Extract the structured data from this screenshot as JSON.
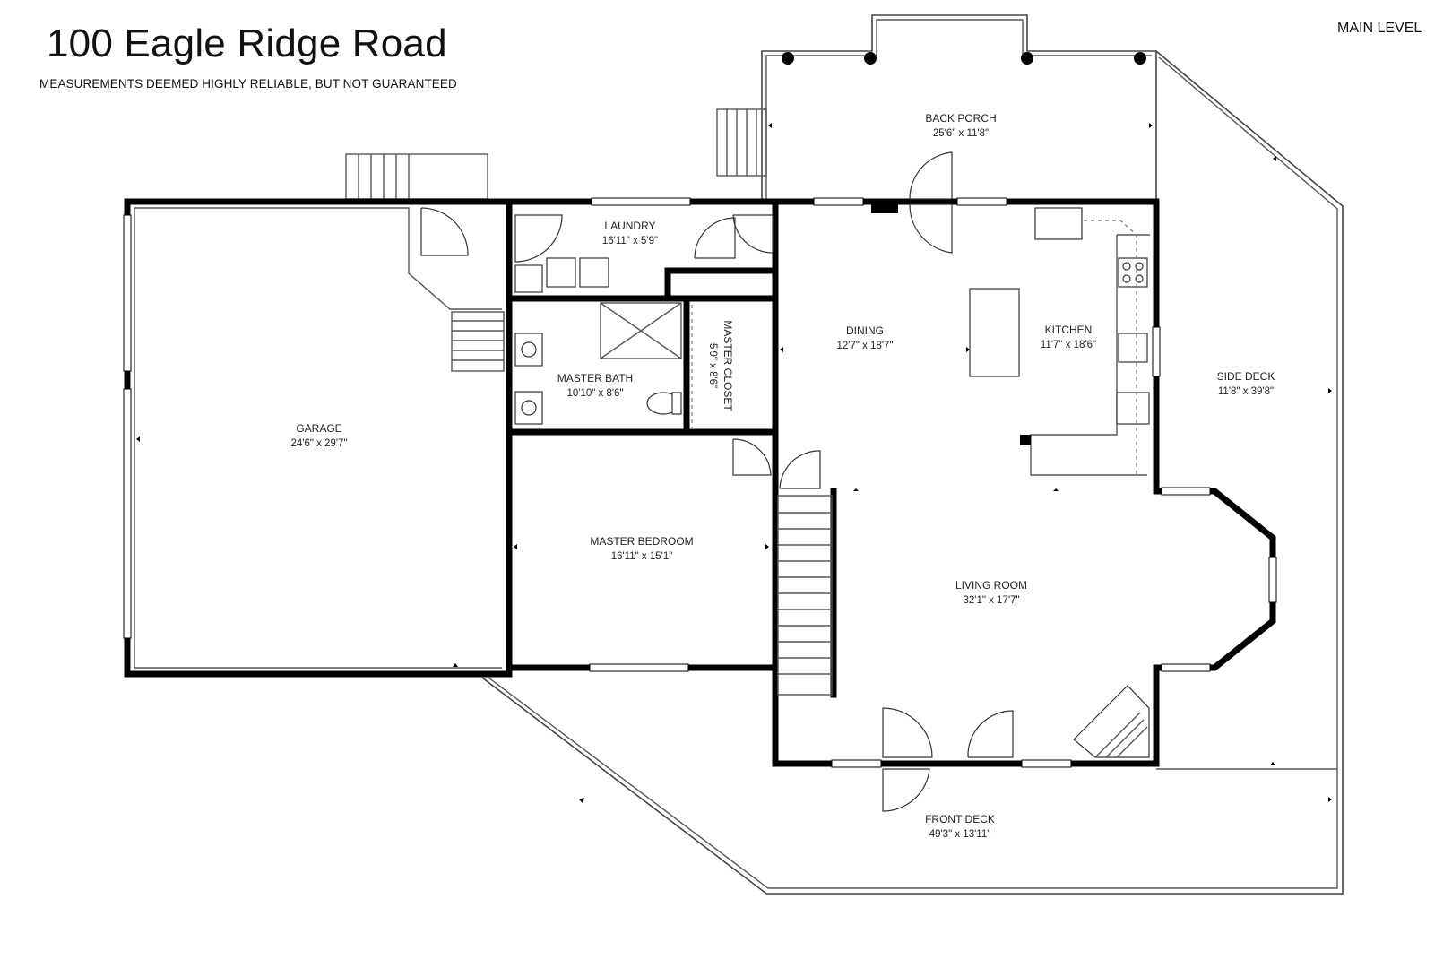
{
  "header": {
    "address": "100 Eagle Ridge Road",
    "disclaimer": "MEASUREMENTS DEEMED HIGHLY RELIABLE, BUT NOT GUARANTEED",
    "level": "MAIN LEVEL"
  },
  "rooms": {
    "back_porch": {
      "name": "BACK PORCH",
      "dims": "25'6\" x 11'8\""
    },
    "laundry": {
      "name": "LAUNDRY",
      "dims": "16'11\" x 5'9\""
    },
    "dining": {
      "name": "DINING",
      "dims": "12'7\" x 18'7\""
    },
    "kitchen": {
      "name": "KITCHEN",
      "dims": "11'7\" x 18'6\""
    },
    "side_deck": {
      "name": "SIDE DECK",
      "dims": "11'8\" x 39'8\""
    },
    "master_bath": {
      "name": "MASTER BATH",
      "dims": "10'10\" x 8'6\""
    },
    "master_closet": {
      "name": "MASTER CLOSET",
      "dims": "5'9\" x 8'6\""
    },
    "garage": {
      "name": "GARAGE",
      "dims": "24'6\" x 29'7\""
    },
    "master_bedroom": {
      "name": "MASTER BEDROOM",
      "dims": "16'11\" x 15'1\""
    },
    "living_room": {
      "name": "LIVING ROOM",
      "dims": "32'1\" x 17'7\""
    },
    "front_deck": {
      "name": "FRONT DECK",
      "dims": "49'3\" x 13'11\""
    }
  }
}
